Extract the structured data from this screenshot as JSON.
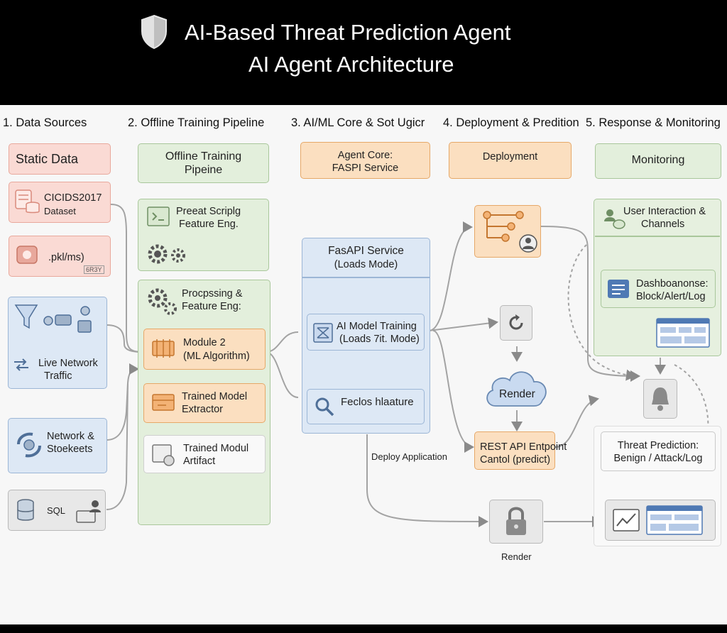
{
  "header": {
    "title": "AI-Based Threat Prediction Agent",
    "subtitle": "AI Agent Architecture"
  },
  "sections": {
    "s1": "1. Data Sources",
    "s2": "2. Offline Training Pipeline",
    "s3": "3. AI/ML Core & Sot Ugicr",
    "s4": "4. Deployment & Predition",
    "s5": "5. Response & Monitoring"
  },
  "col1": {
    "static_data": "Static Data",
    "cicids": "CICIDS2017",
    "dataset": "Dataset",
    "pkl": ".pkl/ms)",
    "pkl_tag": "6R3Y",
    "live1": "Live Network",
    "live2": "Traffic",
    "net1": "Network &",
    "net2": "Stoekeets",
    "sql": "SQL"
  },
  "col2": {
    "header1": "Offline Training",
    "header2": "Pipeine",
    "preat1": "Preeat Scriplg",
    "preat2": "Feature Eng.",
    "proc1": "Procpssing &",
    "proc2": "Feature Eng:",
    "module1": "Module 2",
    "module2": "(ML Algorithm)",
    "trained1": "Trained Model",
    "trained2": "Extractor",
    "artifact1": "Trained Modul",
    "artifact2": "Artifact"
  },
  "col3": {
    "agent1": "Agent Core:",
    "agent2": "FASPI Service",
    "fas1": "FasAPI Service",
    "fas2": "(Loads Mode)",
    "aim1": "AI Model Training",
    "aim2": "(Loads 7it. Mode)",
    "feclos": "Feclos hlaature",
    "deploy_app": "Deploy Application"
  },
  "col4": {
    "deployment": "Deployment",
    "render": "Render",
    "rest1": "REST API Entpoint",
    "rest2": "Cantol (predict)",
    "render2": "Render"
  },
  "col5": {
    "monitoring": "Monitoring",
    "ui1": "User Interaction &",
    "ui2": "Channels",
    "dash1": "Dashboanonse:",
    "dash2": "Block/Alert/Log",
    "threat1": "Threat Prediction:",
    "threat2": "Benign / Attack/Log"
  },
  "colors": {
    "peach": "#fadad4",
    "green": "#e3efdc",
    "blue": "#dde8f5",
    "orange": "#fbdfc0",
    "gray": "#e8e8e8"
  }
}
